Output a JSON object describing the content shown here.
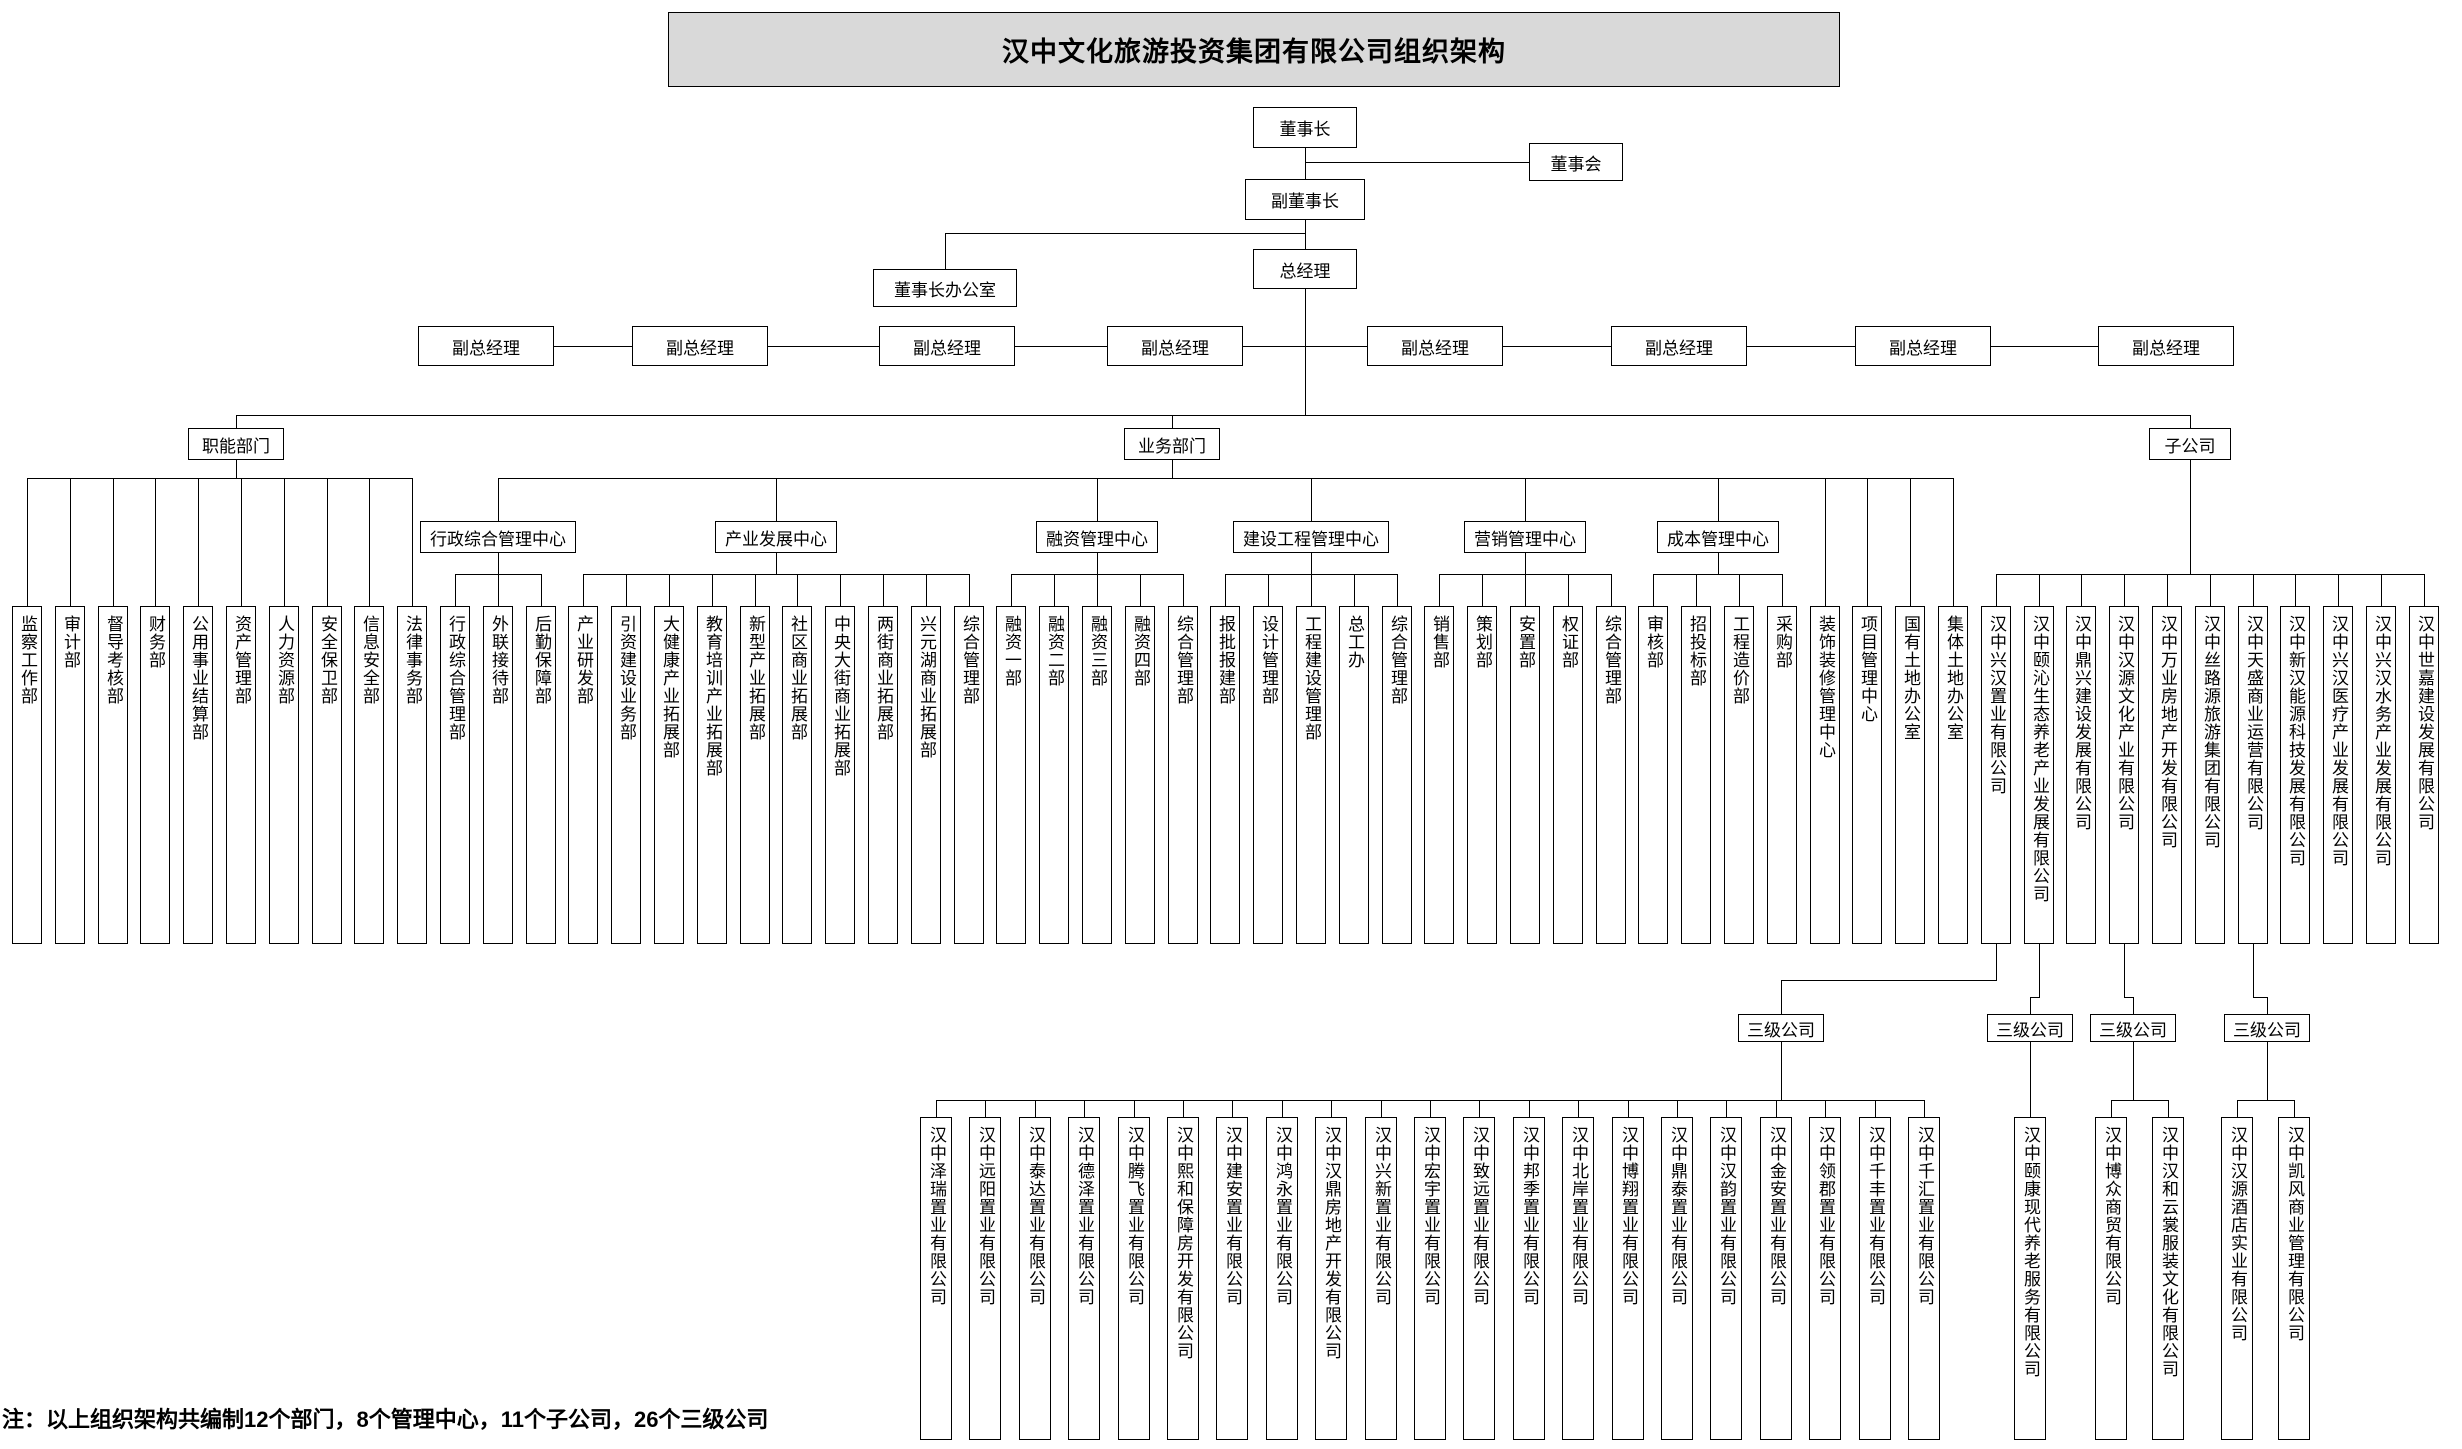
{
  "title": "汉中文化旅游投资集团有限公司组织架构",
  "note": "注：以上组织架构共编制12个部门，8个管理中心，11个子公司，26个三级公司",
  "top": {
    "chairman": "董事长",
    "board": "董事会",
    "vice_chairman": "副董事长",
    "general_manager": "总经理",
    "chairman_office": "董事长办公室",
    "deputy_gm": "副总经理",
    "deputy_gm_count": 8
  },
  "branches": {
    "functional": {
      "label": "职能部门",
      "departments": [
        "监察工作部",
        "审计部",
        "督导考核部",
        "财务部",
        "公用事业结算部",
        "资产管理部",
        "人力资源部",
        "安全保卫部",
        "信息安全部",
        "法律事务部"
      ]
    },
    "business": {
      "label": "业务部门",
      "centers": [
        {
          "label": "行政综合管理中心",
          "departments": [
            "行政综合管理部",
            "外联接待部",
            "后勤保障部"
          ]
        },
        {
          "label": "产业发展中心",
          "departments": [
            "产业研发部",
            "引资建设业务部",
            "大健康产业拓展部",
            "教育培训产业拓展部",
            "新型产业拓展部",
            "社区商业拓展部",
            "中央大街商业拓展部",
            "两街商业拓展部",
            "兴元湖商业拓展部",
            "综合管理部"
          ]
        },
        {
          "label": "融资管理中心",
          "departments": [
            "融资一部",
            "融资二部",
            "融资三部",
            "融资四部",
            "综合管理部"
          ]
        },
        {
          "label": "建设工程管理中心",
          "departments": [
            "报批报建部",
            "设计管理部",
            "工程建设管理部",
            "总工办",
            "综合管理部"
          ]
        },
        {
          "label": "营销管理中心",
          "departments": [
            "销售部",
            "策划部",
            "安置部",
            "权证部",
            "综合管理部"
          ]
        },
        {
          "label": "成本管理中心",
          "departments": [
            "审核部",
            "招投标部",
            "工程造价部",
            "采购部"
          ]
        }
      ],
      "direct_offices": [
        "装饰装修管理中心",
        "项目管理中心",
        "国有土地办公室",
        "集体土地办公室"
      ]
    },
    "subsidiaries": {
      "label": "子公司",
      "companies": [
        "汉中兴汉置业有限公司",
        "汉中颐沁生态养老产业发展有限公司",
        "汉中鼎兴建设发展有限公司",
        "汉中汉源文化产业有限公司",
        "汉中万业房地产开发有限公司",
        "汉中丝路源旅游集团有限公司",
        "汉中天盛商业运营有限公司",
        "汉中新汉能源科技发展有限公司",
        "汉中兴汉医疗产业发展有限公司",
        "汉中兴汉水务产业发展有限公司",
        "汉中世嘉建设发展有限公司"
      ]
    }
  },
  "third_level": {
    "label": "三级公司",
    "groups": [
      {
        "parent_index": 0,
        "companies": [
          "汉中泽瑞置业有限公司",
          "汉中远阳置业有限公司",
          "汉中泰达置业有限公司",
          "汉中德泽置业有限公司",
          "汉中腾飞置业有限公司",
          "汉中熙和保障房开发有限公司",
          "汉中建安置业有限公司",
          "汉中鸿永置业有限公司",
          "汉中汉鼎房地产开发有限公司",
          "汉中兴新置业有限公司",
          "汉中宏宇置业有限公司",
          "汉中致远置业有限公司",
          "汉中邦季置业有限公司",
          "汉中北岸置业有限公司",
          "汉中博翔置业有限公司",
          "汉中鼎泰置业有限公司",
          "汉中汉韵置业有限公司",
          "汉中金安置业有限公司",
          "汉中领郡置业有限公司",
          "汉中千丰置业有限公司",
          "汉中千汇置业有限公司"
        ]
      },
      {
        "parent_index": 1,
        "companies": [
          "汉中颐康现代养老服务有限公司"
        ]
      },
      {
        "parent_index": 3,
        "companies": [
          "汉中博众商贸有限公司",
          "汉中汉和云裳服装文化有限公司"
        ]
      },
      {
        "parent_index": 6,
        "companies": [
          "汉中汉源酒店实业有限公司",
          "汉中凯风商业管理有限公司"
        ]
      }
    ]
  },
  "colors": {
    "line": "#000000",
    "box_border": "#000000",
    "box_bg": "#ffffff",
    "title_bg": "#d9d9d9",
    "text": "#000000"
  }
}
